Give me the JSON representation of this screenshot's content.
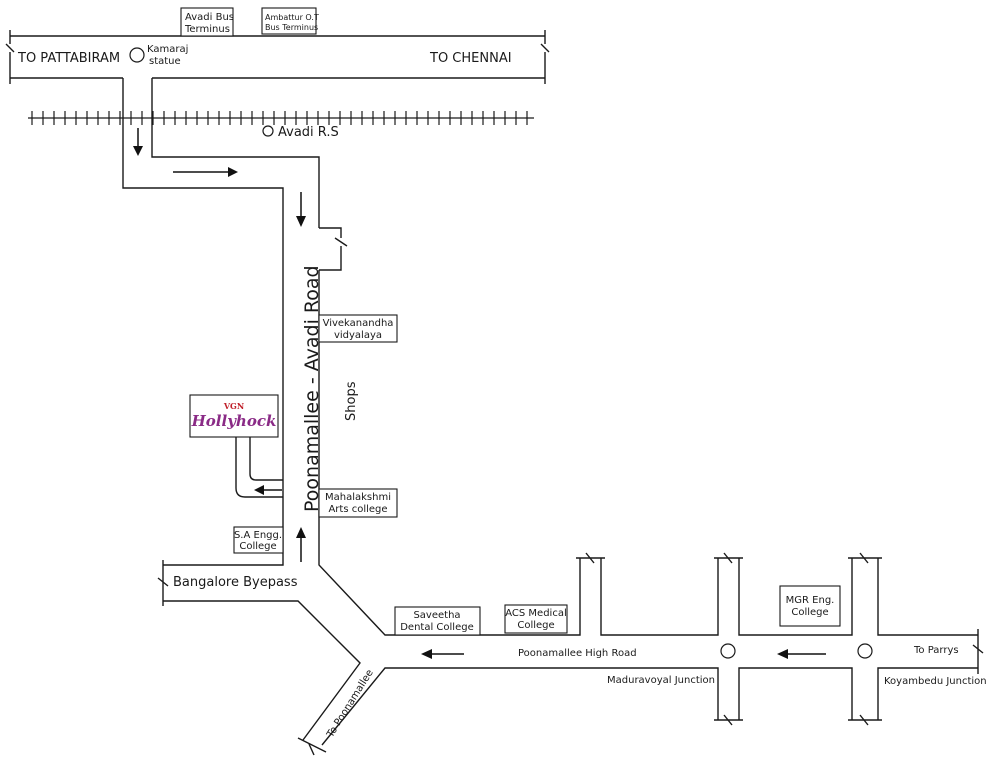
{
  "places": {
    "avadi_bus": [
      "Avadi Bus",
      "Terminus"
    ],
    "ambattur_ot": [
      "Ambattur O.T",
      "Bus Terminus"
    ],
    "to_pattabiram": "TO PATTABIRAM",
    "kamaraj": [
      "Kamaraj",
      "statue"
    ],
    "to_chennai": "TO CHENNAI",
    "avadi_rs": "Avadi R.S",
    "vivekanandha": [
      "Vivekanandha",
      "vidyalaya"
    ],
    "shops": "Shops",
    "mahalakshmi": [
      "Mahalakshmi",
      "Arts college"
    ],
    "sa_engg": [
      "S.A Engg.",
      "College"
    ],
    "bangalore_byepass": "Bangalore Byepass",
    "saveetha": [
      "Saveetha",
      "Dental College"
    ],
    "acs": [
      "ACS Medical",
      "College"
    ],
    "mgr": [
      "MGR Eng.",
      "College"
    ],
    "to_parrys": "To Parrys",
    "koyambedu": "Koyambedu Junction",
    "maduravoyal": "Maduravoyal Junction",
    "pm_high_road": "Poonamallee High Road",
    "to_poonamallee": "To Poonamallee"
  },
  "roads": {
    "main_road": "Poonamallee - Avadi Road"
  },
  "logo": {
    "brand": "VGN",
    "name": "Hollyhock",
    "brand_color": "#c0202a",
    "name_color": "#8a2a86"
  }
}
